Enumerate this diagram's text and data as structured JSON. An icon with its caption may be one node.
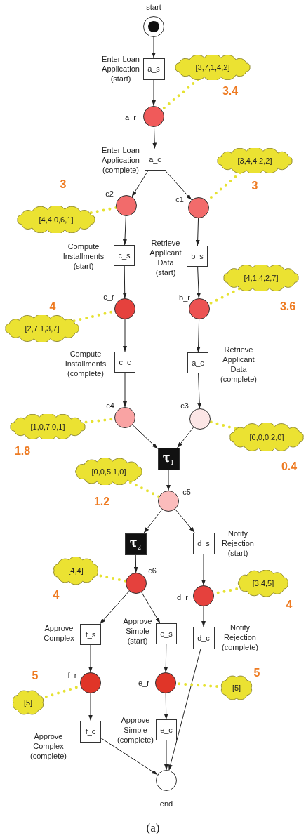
{
  "diagram": {
    "caption": "(a)",
    "nodes": [
      {
        "text": [],
        "shape": "circle",
        "beside": [
          "start"
        ]
      },
      {
        "text": [
          "a_s"
        ],
        "beside": [
          "Enter Loan Application (start)"
        ]
      },
      {
        "text": [
          "[3,7,1,4,2]"
        ],
        "beside": [
          "3.4"
        ]
      },
      {
        "text": [],
        "shape": "circle",
        "beside": [
          "a_r"
        ]
      },
      {
        "text": [
          "a_c"
        ],
        "beside": [
          "Enter Loan Application (complete)"
        ]
      },
      {
        "text": [
          "[3,4,4,2,2]"
        ],
        "beside": [
          "3"
        ]
      },
      {
        "text": [],
        "shape": "circle",
        "beside": [
          "c2"
        ]
      },
      {
        "text": [],
        "shape": "circle",
        "beside": [
          "c1"
        ]
      },
      {
        "text": [
          "[4,4,0,6,1]"
        ],
        "beside": [
          "3"
        ]
      },
      {
        "text": [
          "c_s"
        ],
        "beside": [
          "Compute Installments (start)"
        ]
      },
      {
        "text": [
          "b_s"
        ],
        "beside": [
          "Retrieve Applicant Data (start)"
        ]
      },
      {
        "text": [
          "[4,1,4,2,7]"
        ],
        "beside": [
          "3.6"
        ]
      },
      {
        "text": [],
        "shape": "circle",
        "beside": [
          "c_r"
        ]
      },
      {
        "text": [],
        "shape": "circle",
        "beside": [
          "b_r"
        ]
      },
      {
        "text": [
          "[2,7,1,3,7]"
        ],
        "beside": [
          "4"
        ]
      },
      {
        "text": [
          "c_c"
        ],
        "beside": [
          "Compute Installments (complete)"
        ]
      },
      {
        "text": [
          "a_c"
        ],
        "beside": [
          "Retrieve Applicant Data (complete)"
        ]
      },
      {
        "text": [],
        "shape": "circle",
        "beside": [
          "c4"
        ]
      },
      {
        "text": [],
        "shape": "circle",
        "beside": [
          "c3"
        ]
      },
      {
        "text": [
          "[1,0,7,0,1]"
        ],
        "beside": [
          "1.8"
        ]
      },
      {
        "text": [
          "[0,0,0,2,0]"
        ],
        "beside": [
          "0.4"
        ]
      },
      {
        "text": [
          "τ$_{1}$"
        ]
      },
      {
        "text": [
          "[0,0,5,1,0]"
        ],
        "beside": [
          "1.2"
        ]
      },
      {
        "text": [],
        "shape": "circle",
        "beside": [
          "c5"
        ]
      },
      {
        "text": [
          "τ$_{2}$"
        ]
      },
      {
        "text": [
          "d_s"
        ],
        "beside": [
          "Notify Rejection (start)"
        ]
      },
      {
        "text": [
          "[4,4]"
        ],
        "beside": [
          "4"
        ]
      },
      {
        "text": [],
        "shape": "circle",
        "beside": [
          "c6"
        ]
      },
      {
        "text": [
          "[3,4,5]"
        ],
        "beside": [
          "4"
        ]
      },
      {
        "text": [],
        "shape": "circle",
        "beside": [
          "d_r"
        ]
      },
      {
        "text": [
          "f_s"
        ],
        "beside": [
          "Approve Complex"
        ]
      },
      {
        "text": [
          "e_s"
        ],
        "beside": [
          "Approve Simple (start)"
        ]
      },
      {
        "text": [
          "d_c"
        ],
        "beside": [
          "Notify Rejection (complete)"
        ]
      },
      {
        "text": [],
        "shape": "circle",
        "beside": [
          "f_r"
        ]
      },
      {
        "text": [],
        "shape": "circle",
        "beside": [
          "e_r"
        ]
      },
      {
        "text": [
          "[5]"
        ],
        "beside": [
          "5"
        ]
      },
      {
        "text": [
          "[5]"
        ],
        "beside": [
          "5"
        ]
      },
      {
        "text": [
          "f_c"
        ],
        "beside": [
          "Approve Complex (complete)"
        ]
      },
      {
        "text": [
          "e_c"
        ],
        "beside": [
          "Approve Simple (complete)"
        ]
      },
      {
        "text": [],
        "shape": "circle",
        "beside": [
          "end"
        ]
      }
    ],
    "edges": [
      {
        "from": 0,
        "to": 1,
        "arrow": "to"
      },
      {
        "from": 1,
        "to": 3,
        "arrow": "to"
      },
      {
        "from": 3,
        "to": 4,
        "arrow": "to"
      },
      {
        "from": 4,
        "to": 6,
        "arrow": "to"
      },
      {
        "from": 4,
        "to": 7,
        "arrow": "to"
      },
      {
        "from": 6,
        "to": 9,
        "arrow": "to"
      },
      {
        "from": 7,
        "to": 10,
        "arrow": "to"
      },
      {
        "from": 9,
        "to": 12,
        "arrow": "to"
      },
      {
        "from": 10,
        "to": 13,
        "arrow": "to"
      },
      {
        "from": 12,
        "to": 15,
        "arrow": "to"
      },
      {
        "from": 13,
        "to": 16,
        "arrow": "to"
      },
      {
        "from": 15,
        "to": 17,
        "arrow": "to"
      },
      {
        "from": 16,
        "to": 18,
        "arrow": "to"
      },
      {
        "from": 17,
        "to": 21,
        "arrow": "to"
      },
      {
        "from": 18,
        "to": 21,
        "arrow": "to"
      },
      {
        "from": 21,
        "to": 23,
        "arrow": "to"
      },
      {
        "from": 23,
        "to": 24,
        "arrow": "to"
      },
      {
        "from": 23,
        "to": 25,
        "arrow": "to"
      },
      {
        "from": 24,
        "to": 27,
        "arrow": "to"
      },
      {
        "from": 25,
        "to": 29,
        "arrow": "to"
      },
      {
        "from": 27,
        "to": 30,
        "arrow": "to"
      },
      {
        "from": 27,
        "to": 31,
        "arrow": "to"
      },
      {
        "from": 29,
        "to": 32,
        "arrow": "to"
      },
      {
        "from": 30,
        "to": 33,
        "arrow": "to"
      },
      {
        "from": 31,
        "to": 34,
        "arrow": "to"
      },
      {
        "from": 33,
        "to": 37,
        "arrow": "to"
      },
      {
        "from": 34,
        "to": 38,
        "arrow": "to"
      },
      {
        "from": 37,
        "to": 39,
        "arrow": "to"
      },
      {
        "from": 38,
        "to": 39,
        "arrow": "to"
      },
      {
        "from": 32,
        "to": 39,
        "arrow": "to"
      },
      {
        "from": 2,
        "to": 3,
        "arrow": "none",
        "style": "dashed",
        "color": "#e6e232"
      },
      {
        "from": 5,
        "to": 7,
        "arrow": "none",
        "style": "dashed",
        "color": "#e6e232"
      },
      {
        "from": 8,
        "to": 6,
        "arrow": "none",
        "style": "dashed",
        "color": "#e6e232"
      },
      {
        "from": 11,
        "to": 13,
        "arrow": "none",
        "style": "dashed",
        "color": "#e6e232"
      },
      {
        "from": 14,
        "to": 12,
        "arrow": "none",
        "style": "dashed",
        "color": "#e6e232"
      },
      {
        "from": 19,
        "to": 17,
        "arrow": "none",
        "style": "dashed",
        "color": "#e6e232"
      },
      {
        "from": 20,
        "to": 18,
        "arrow": "none",
        "style": "dashed",
        "color": "#e6e232"
      },
      {
        "from": 22,
        "to": 23,
        "arrow": "none",
        "style": "dashed",
        "color": "#e6e232"
      },
      {
        "from": 26,
        "to": 27,
        "arrow": "none",
        "style": "dashed",
        "color": "#e6e232"
      },
      {
        "from": 28,
        "to": 29,
        "arrow": "none",
        "style": "dashed",
        "color": "#e6e232"
      },
      {
        "from": 35,
        "to": 33,
        "arrow": "none",
        "style": "dashed",
        "color": "#e6e232"
      },
      {
        "from": 36,
        "to": 34,
        "arrow": "none",
        "style": "dashed",
        "color": "#e6e232"
      }
    ]
  }
}
